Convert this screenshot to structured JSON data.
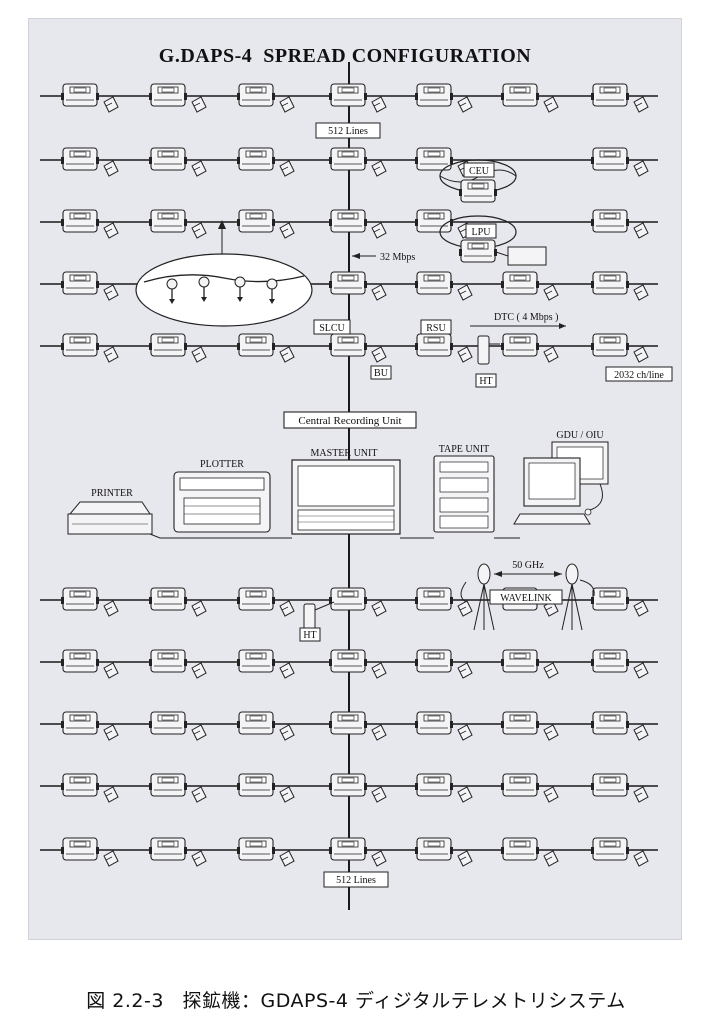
{
  "title": "G.DAPS-4  SPREAD CONFIGURATION",
  "labels": {
    "lines_top": "512 Lines",
    "lines_bottom": "512 Lines",
    "ceu": "CEU",
    "lpu": "LPU",
    "rate_32": "32 Mbps",
    "slcu": "SLCU",
    "rsu": "RSU",
    "dtc": "DTC ( 4 Mbps )",
    "bu": "BU",
    "ht_top": "HT",
    "ht_bottom": "HT",
    "channels": "2032 ch/line",
    "central": "Central Recording Unit",
    "printer": "PRINTER",
    "plotter": "PLOTTER",
    "master": "MASTER UNIT",
    "tape": "TAPE UNIT",
    "gdu": "GDU / OIU",
    "ghz": "50 GHz",
    "wavelink": "WAVELINK"
  },
  "caption": {
    "figure_number": "図 2.2-3",
    "figure_title": "探鉱機：GDAPS-4 ディジタルテレメトリシステム"
  },
  "colors": {
    "panel": "#e7e7ee",
    "line": "#1a1a1a",
    "unit_fill": "#f4f4f6"
  }
}
